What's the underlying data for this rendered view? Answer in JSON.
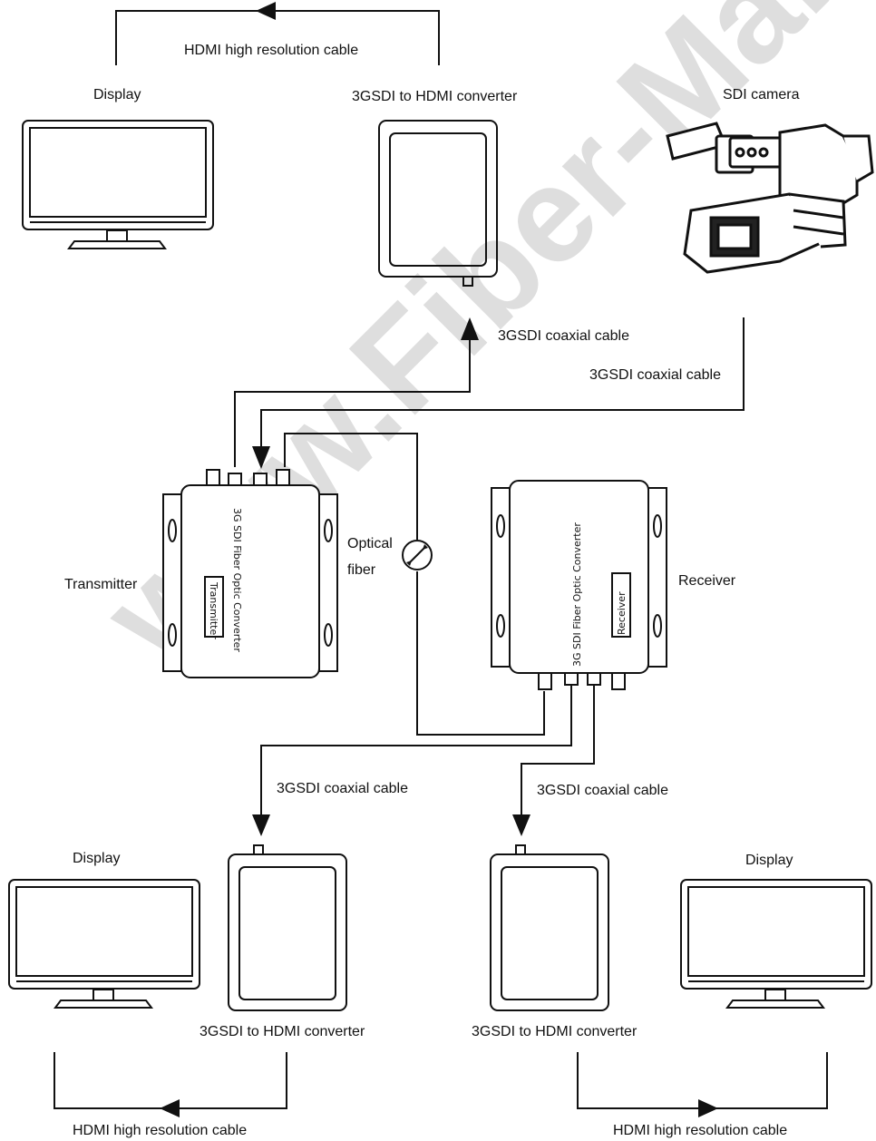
{
  "labels": {
    "top_hdmi": "HDMI high resolution cable",
    "display_top": "Display",
    "converter_top": "3GSDI to HDMI converter",
    "sdi_camera": "SDI camera",
    "coax_up": "3GSDI coaxial cable",
    "coax_down": "3GSDI coaxial cable",
    "optical": "Optical",
    "fiber": "fiber",
    "transmitter": "Transmitter",
    "receiver": "Receiver",
    "coax_left_bottom": "3GSDI coaxial cable",
    "coax_right_bottom": "3GSDI coaxial cable",
    "display_bottom_left": "Display",
    "display_bottom_right": "Display",
    "converter_bottom_left": "3GSDI to HDMI converter",
    "converter_bottom_right": "3GSDI to HDMI converter",
    "hdmi_bottom_left": "HDMI high resolution cable",
    "hdmi_bottom_right": "HDMI high resolution cable"
  },
  "devices": {
    "tx_title": "3G SDI Fiber Optic Converter",
    "tx_badge": "Transmitter",
    "rx_title": "3G SDI Fiber Optic Converter",
    "rx_badge": "Receiver"
  },
  "watermark": "www.Fiber-Mart.com"
}
